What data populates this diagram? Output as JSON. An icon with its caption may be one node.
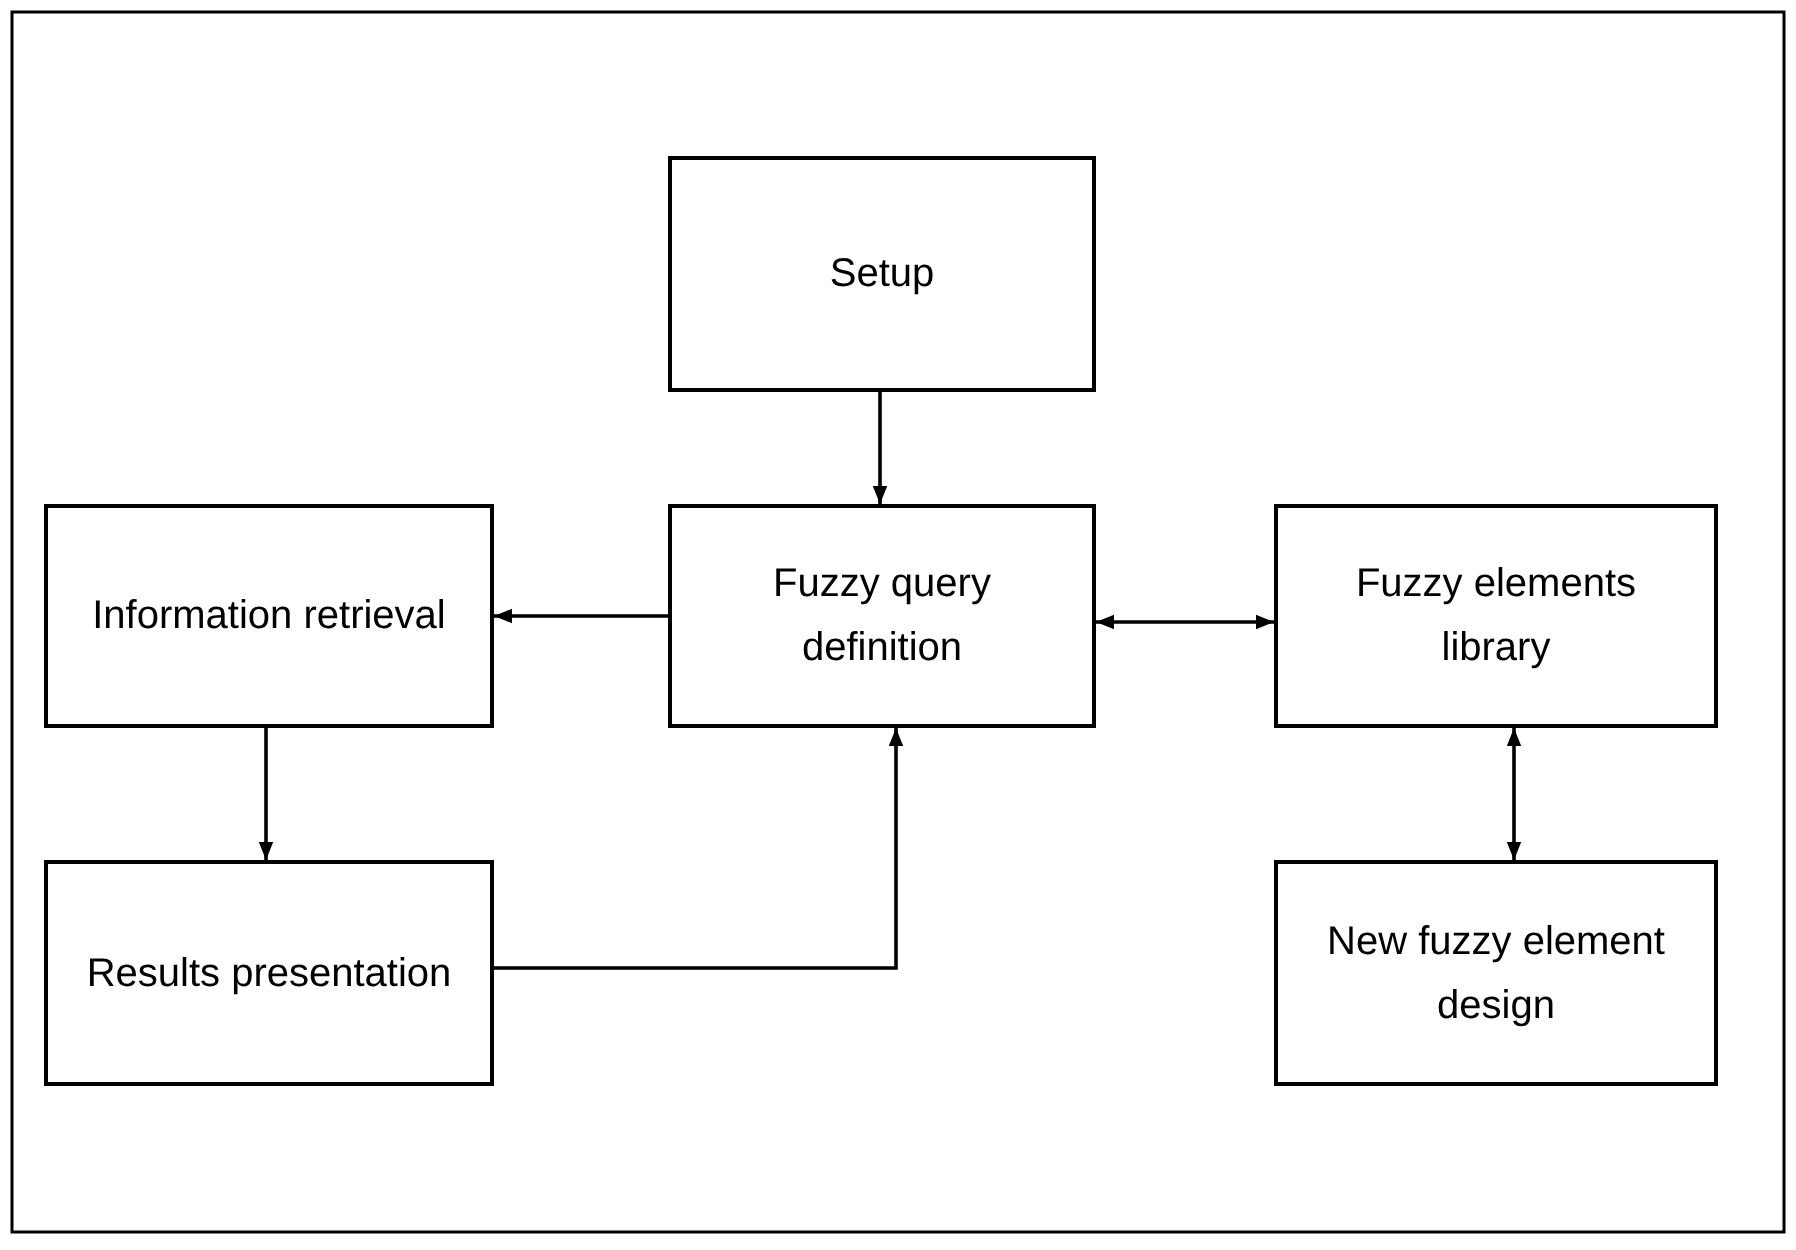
{
  "diagram": {
    "nodes": [
      {
        "text": [
          "Setup"
        ]
      },
      {
        "text": [
          "Information retrieval"
        ]
      },
      {
        "text": [
          "Fuzzy query definition"
        ]
      },
      {
        "text": [
          "Fuzzy elements library"
        ]
      },
      {
        "text": [
          "Results presentation"
        ]
      },
      {
        "text": [
          "New fuzzy element design"
        ]
      }
    ],
    "edges": [
      {
        "from": 0,
        "to": 2,
        "arrow": "to"
      },
      {
        "from": 2,
        "to": 1,
        "arrow": "to"
      },
      {
        "from": 2,
        "to": 3,
        "arrow": "both"
      },
      {
        "from": 1,
        "to": 4,
        "arrow": "to"
      },
      {
        "from": 4,
        "to": 2,
        "arrow": "to"
      },
      {
        "from": 3,
        "to": 5,
        "arrow": "both"
      }
    ]
  }
}
